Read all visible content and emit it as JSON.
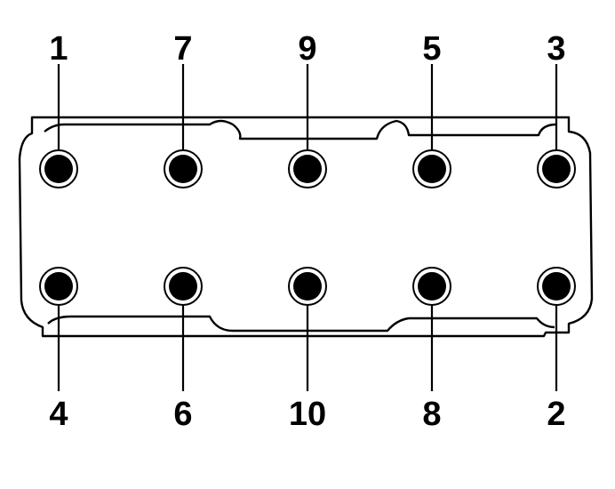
{
  "diagram": {
    "upper_row_sequence": [
      "1",
      "7",
      "9",
      "5",
      "3"
    ],
    "lower_row_sequence": [
      "4",
      "6",
      "10",
      "8",
      "2"
    ]
  }
}
